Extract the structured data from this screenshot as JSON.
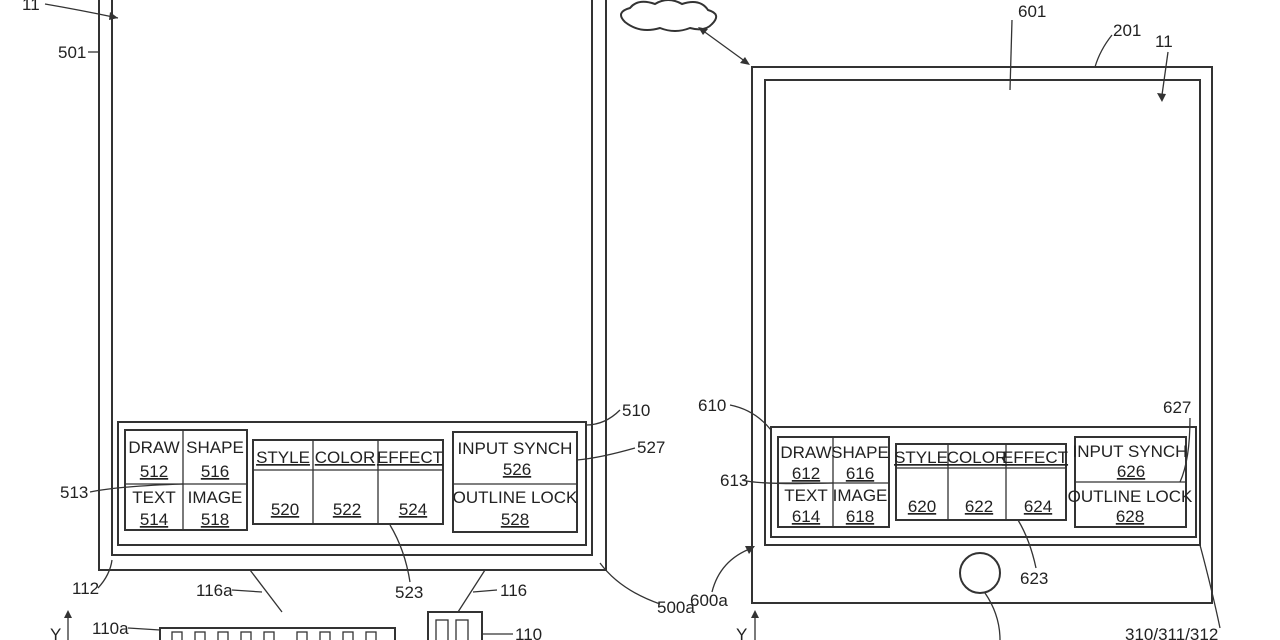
{
  "left_device": {
    "refs": {
      "device": "11",
      "screen": "501",
      "toolbar": "510",
      "group": "513",
      "sync_group": "527",
      "bezel": "112",
      "stand_a": "116a",
      "tool_group": "523",
      "stand": "116",
      "display": "500a",
      "keyboard": "110a",
      "base": "110"
    },
    "cells": {
      "draw": {
        "label": "DRAW",
        "num": "512"
      },
      "shape": {
        "label": "SHAPE",
        "num": "516"
      },
      "text": {
        "label": "TEXT",
        "num": "514"
      },
      "image": {
        "label": "IMAGE",
        "num": "518"
      },
      "style": {
        "label": "STYLE",
        "num": "520"
      },
      "color": {
        "label": "COLOR",
        "num": "522"
      },
      "effect": {
        "label": "EFFECT",
        "num": "524"
      },
      "input_synch": {
        "label": "INPUT SYNCH",
        "num": "526"
      },
      "outline_lock": {
        "label": "OUTLINE LOCK",
        "num": "528"
      }
    },
    "axis": "Y"
  },
  "right_device": {
    "refs": {
      "screen": "601",
      "device": "201",
      "pointer": "11",
      "toolbar": "610",
      "group": "613",
      "sync_group": "627",
      "tool_group": "623",
      "display": "600a",
      "components": "310/311/312"
    },
    "cells": {
      "draw": {
        "label": "DRAW",
        "num": "612"
      },
      "shape": {
        "label": "SHAPE",
        "num": "616"
      },
      "text": {
        "label": "TEXT",
        "num": "614"
      },
      "image": {
        "label": "IMAGE",
        "num": "618"
      },
      "style": {
        "label": "STYLE",
        "num": "620"
      },
      "color": {
        "label": "COLOR",
        "num": "622"
      },
      "effect": {
        "label": "EFFECT",
        "num": "624"
      },
      "input_synch": {
        "label": "INPUT SYNCH",
        "num": "626"
      },
      "outline_lock": {
        "label": "OUTLINE LOCK",
        "num": "628"
      }
    },
    "axis": "Y"
  }
}
